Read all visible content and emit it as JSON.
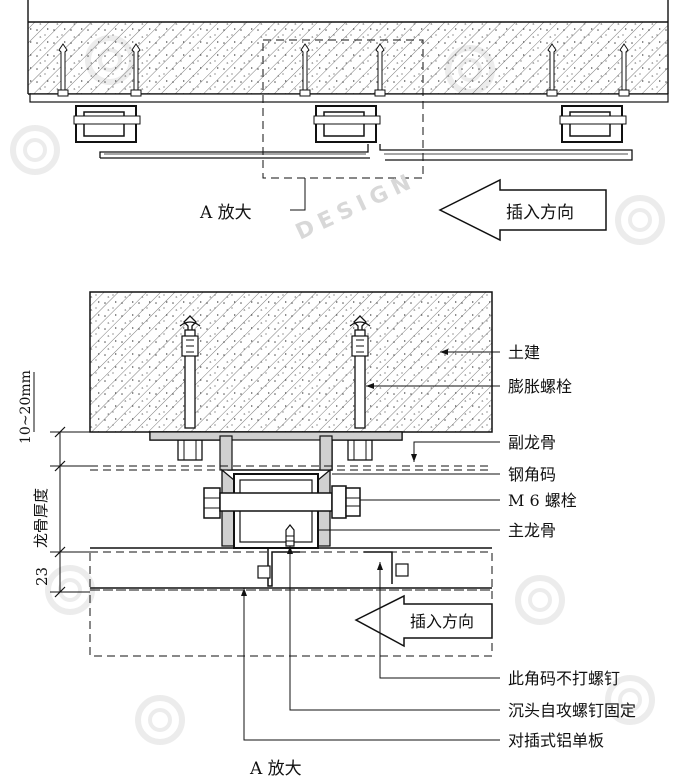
{
  "top_view": {
    "detail_label": "A 放大",
    "arrow_label": "插入方向"
  },
  "detail_view": {
    "labels": {
      "civil": "土建",
      "expansion_bolt": "膨胀螺栓",
      "secondary_keel": "副龙骨",
      "steel_angle": "钢角码",
      "m6_bolt": "M 6 螺栓",
      "main_keel": "主龙骨",
      "no_screw": "此角码不打螺钉",
      "countersunk_screw": "沉头自攻螺钉固定",
      "aluminum_panel": "对插式铝单板"
    },
    "arrow_label": "插入方向",
    "dim_gap": "10~20mm",
    "dim_keel_thickness": "龙骨厚度",
    "dim_panel": "23",
    "bottom_label": "A 放大"
  },
  "watermark": {
    "text": "DESIGN"
  }
}
